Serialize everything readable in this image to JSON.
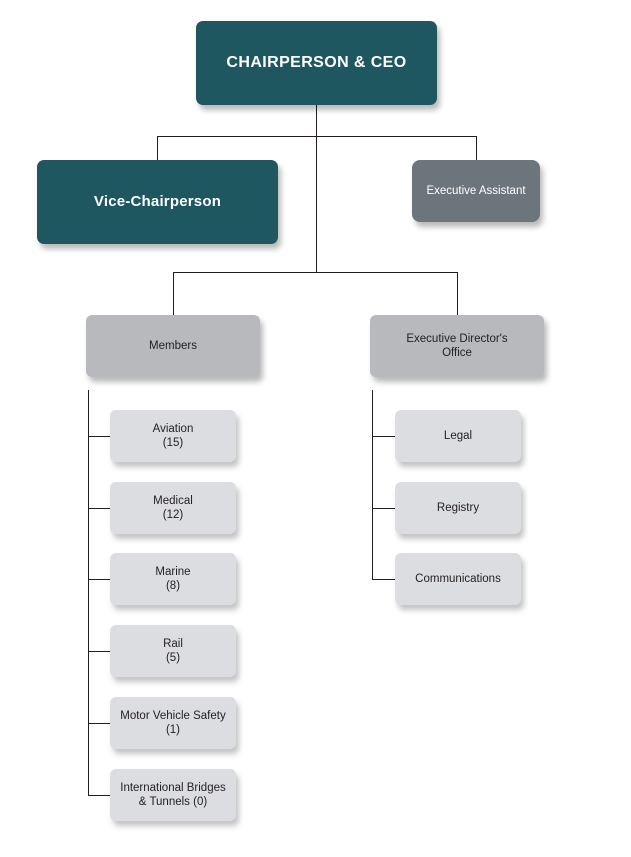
{
  "chart_data": {
    "type": "diagram",
    "diagram_kind": "organizational-chart",
    "title": "",
    "colors": {
      "teal": "#1f5761",
      "mid_gray": "#6d757c",
      "tier2_gray": "#b7b9bd",
      "tier3_gray": "#dcdde0",
      "connector": "#231f20",
      "text_light": "#ffffff",
      "text_dark": "#231f20",
      "background": "#ffffff"
    }
  },
  "nodes": {
    "chairperson": {
      "label": "CHAIRPERSON & CEO"
    },
    "vice_chairperson": {
      "label": "Vice-Chairperson"
    },
    "executive_assistant": {
      "label": "Executive Assistant"
    },
    "members": {
      "label": "Members"
    },
    "executive_directors_office": {
      "label": "Executive Director's\nOffice"
    }
  },
  "members_children": [
    {
      "label": "Aviation\n(15)",
      "name": "Aviation",
      "count": 15
    },
    {
      "label": "Medical\n(12)",
      "name": "Medical",
      "count": 12
    },
    {
      "label": "Marine\n(8)",
      "name": "Marine",
      "count": 8
    },
    {
      "label": "Rail\n(5)",
      "name": "Rail",
      "count": 5
    },
    {
      "label": "Motor Vehicle Safety\n(1)",
      "name": "Motor Vehicle Safety",
      "count": 1
    },
    {
      "label": "International Bridges\n& Tunnels (0)",
      "name": "International Bridges & Tunnels",
      "count": 0
    }
  ],
  "executive_directors_office_children": [
    {
      "label": "Legal",
      "name": "Legal"
    },
    {
      "label": "Registry",
      "name": "Registry"
    },
    {
      "label": "Communications",
      "name": "Communications"
    }
  ]
}
